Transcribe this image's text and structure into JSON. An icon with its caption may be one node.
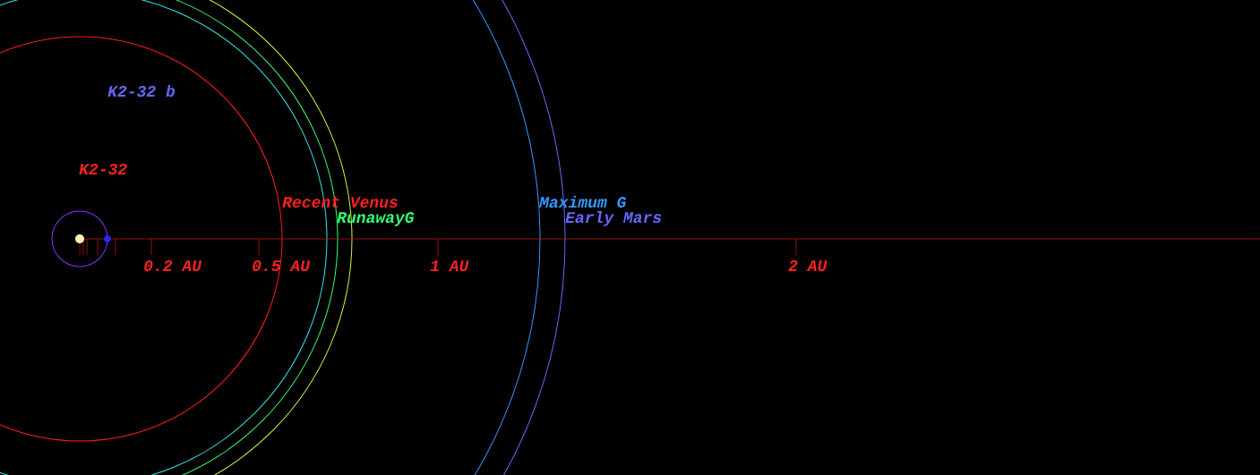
{
  "diagram": {
    "labels": [
      "K2-32 b",
      "K2-32",
      "Recent Venus",
      "Maximum G",
      "RunawayG",
      "Early Mars",
      "0.2 AU",
      "0.5 AU",
      "1 AU",
      "2 AU"
    ]
  }
}
